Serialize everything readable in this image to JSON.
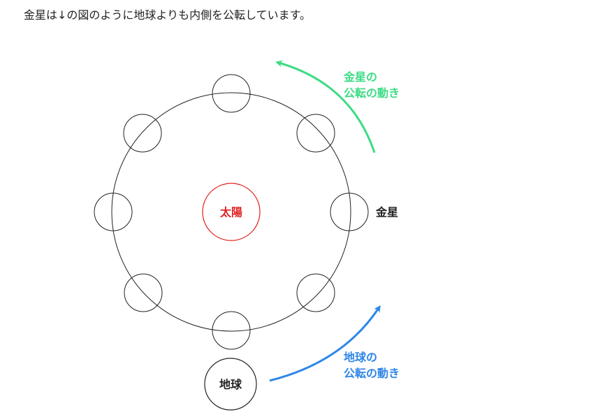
{
  "caption": "金星は↓の図のように地球よりも内側を公転しています。",
  "labels": {
    "sun": "太陽",
    "venus": "金星",
    "earth": "地球",
    "venus_motion_line1": "金星の",
    "venus_motion_line2": "公転の動き",
    "earth_motion_line1": "地球の",
    "earth_motion_line2": "公転の動き"
  },
  "colors": {
    "sun": "#e02020",
    "venus_arrow": "#3ddc84",
    "earth_arrow": "#2e86e8",
    "outline": "#222222"
  }
}
